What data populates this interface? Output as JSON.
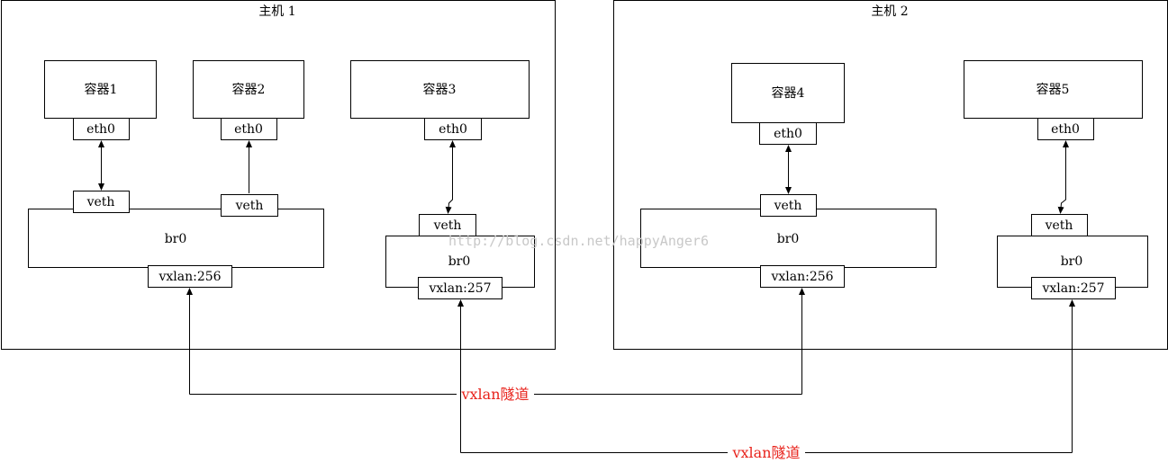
{
  "hosts": [
    {
      "label": "主机 1"
    },
    {
      "label": "主机 2"
    }
  ],
  "containers": [
    {
      "label": "容器1",
      "nic": "eth0"
    },
    {
      "label": "容器2",
      "nic": "eth0"
    },
    {
      "label": "容器3",
      "nic": "eth0"
    },
    {
      "label": "容器4",
      "nic": "eth0"
    },
    {
      "label": "容器5",
      "nic": "eth0"
    }
  ],
  "bridges": [
    {
      "label": "br0",
      "vxlan": "vxlan:256"
    },
    {
      "label": "br0",
      "vxlan": "vxlan:257"
    },
    {
      "label": "br0",
      "vxlan": "vxlan:256"
    },
    {
      "label": "br0",
      "vxlan": "vxlan:257"
    }
  ],
  "veth": {
    "label": "veth"
  },
  "tunnels": [
    {
      "label": "vxlan隧道",
      "color": "#e8231c"
    },
    {
      "label": "vxlan隧道",
      "color": "#e8231c"
    }
  ],
  "watermark": "http://blog.csdn.net/happyAnger6"
}
